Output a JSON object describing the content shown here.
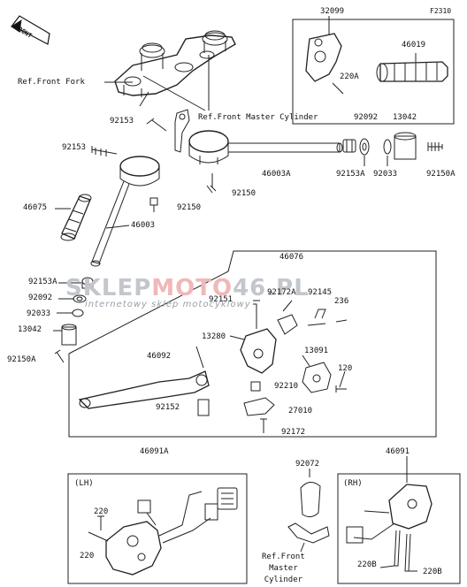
{
  "figure_code": "F2310",
  "front_badge": "FRONT",
  "callouts": {
    "p32099": "32099",
    "p46019": "46019",
    "p220A": "220A",
    "ref_front_fork": "Ref.Front Fork",
    "ref_front_master_cylinder": "Ref.Front Master Cylinder",
    "p92153_top": "92153",
    "p92092_r": "92092",
    "p13042_r": "13042",
    "p92153_l": "92153",
    "p46003A": "46003A",
    "p92153A_r": "92153A",
    "p92033_r": "92033",
    "p92150A_r": "92150A",
    "p92150_mid": "92150",
    "p46075": "46075",
    "p92150_l": "92150",
    "p46003": "46003",
    "p46076": "46076",
    "p92153A_l": "92153A",
    "p92151": "92151",
    "p92172A": "92172A",
    "p92145": "92145",
    "p92092_l": "92092",
    "p236": "236",
    "p92033_l": "92033",
    "p13042_l": "13042",
    "p13280": "13280",
    "p92150A_l": "92150A",
    "p46092": "46092",
    "p13091": "13091",
    "p120": "120",
    "p92210": "92210",
    "p92152": "92152",
    "p27010": "27010",
    "p92172": "92172",
    "p46091A": "46091A",
    "p92072": "92072",
    "p46091": "46091",
    "lh": "(LH)",
    "rh": "(RH)",
    "p220_a": "220",
    "p220_b": "220",
    "ref_front_master_cylinder_2": "Ref.Front\nMaster\nCylinder",
    "p220B_a": "220B",
    "p220B_b": "220B"
  },
  "watermark": {
    "part1": "SKLEP",
    "part2": "MOTO",
    "part3": "46.PL",
    "tagline": "internetowy sklep motocyklowy"
  }
}
